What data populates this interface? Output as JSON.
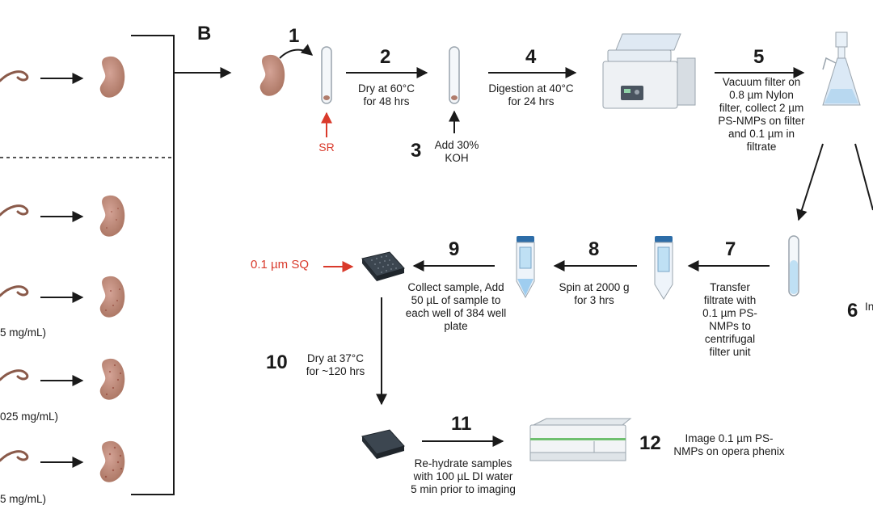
{
  "panel_label": "B",
  "left_conc_labels": [
    "5 mg/mL)",
    "025 mg/mL)",
    "5 mg/mL)"
  ],
  "steps": [
    {
      "num": "1"
    },
    {
      "num": "2",
      "text": [
        "Dry at 60°C",
        "for 48 hrs"
      ]
    },
    {
      "num": "3",
      "text": [
        "Add 30%",
        "KOH"
      ]
    },
    {
      "num": "4",
      "text": [
        "Digestion at 40°C",
        "for 24 hrs"
      ]
    },
    {
      "num": "5",
      "text": [
        "Vacuum filter on",
        "0.8 µm Nylon",
        "filter, collect 2 µm",
        "PS-NMPs on filter",
        "and 0.1 µm in",
        "filtrate"
      ]
    },
    {
      "num": "6",
      "text": [
        "In"
      ]
    },
    {
      "num": "7",
      "text": [
        "Transfer",
        "filtrate with",
        "0.1 µm PS-",
        "NMPs to",
        "centrifugal",
        "filter unit"
      ]
    },
    {
      "num": "8",
      "text": [
        "Spin at 2000 g",
        "for 3 hrs"
      ]
    },
    {
      "num": "9",
      "text": [
        "Collect sample, Add",
        "50 µL of sample to",
        "each well of 384 well",
        "plate"
      ]
    },
    {
      "num": "10",
      "text": [
        "Dry at 37°C",
        "for ~120 hrs"
      ]
    },
    {
      "num": "11",
      "text": [
        "Re-hydrate samples",
        "with 100 µL DI water",
        "5 min prior to imaging"
      ]
    },
    {
      "num": "12",
      "text": [
        "Image 0.1 µm PS-",
        "NMPs on opera phenix"
      ]
    }
  ],
  "sr_label": "SR",
  "sq_label": "0.1 µm SQ",
  "colors": {
    "accent_red": "#d93a2b",
    "kidney": "#c08a7c",
    "ink": "#1a1a1a"
  }
}
